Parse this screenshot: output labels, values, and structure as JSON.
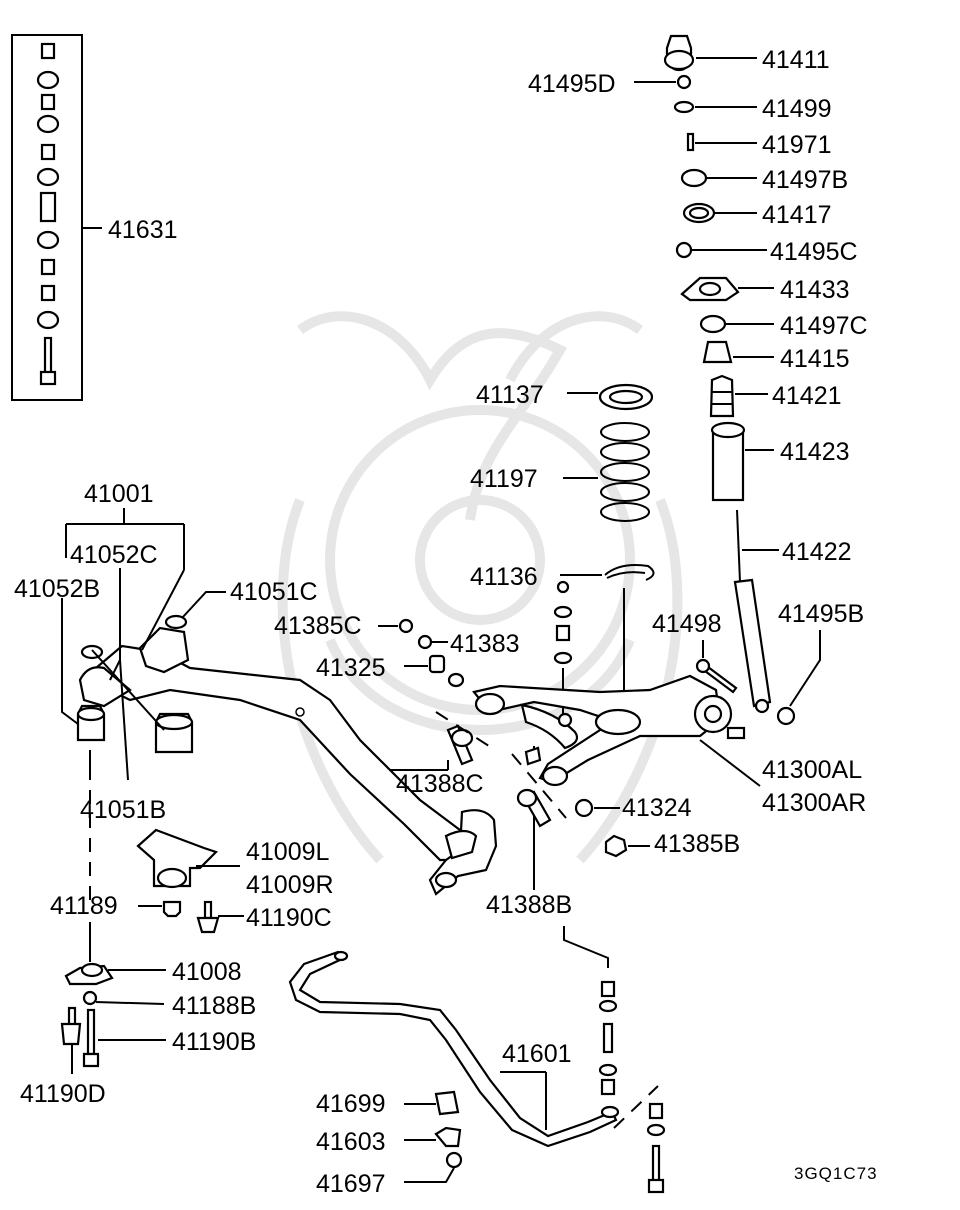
{
  "diagram": {
    "reference_code": "3GQ1C73",
    "parts": [
      {
        "key": "p41411",
        "label": "41411"
      },
      {
        "key": "p41495D",
        "label": "41495D"
      },
      {
        "key": "p41499",
        "label": "41499"
      },
      {
        "key": "p41971",
        "label": "41971"
      },
      {
        "key": "p41497B",
        "label": "41497B"
      },
      {
        "key": "p41417",
        "label": "41417"
      },
      {
        "key": "p41495C",
        "label": "41495C"
      },
      {
        "key": "p41433",
        "label": "41433"
      },
      {
        "key": "p41497C",
        "label": "41497C"
      },
      {
        "key": "p41415",
        "label": "41415"
      },
      {
        "key": "p41421",
        "label": "41421"
      },
      {
        "key": "p41423",
        "label": "41423"
      },
      {
        "key": "p41137",
        "label": "41137"
      },
      {
        "key": "p41197",
        "label": "41197"
      },
      {
        "key": "p41422",
        "label": "41422"
      },
      {
        "key": "p41631",
        "label": "41631"
      },
      {
        "key": "p41001",
        "label": "41001"
      },
      {
        "key": "p41052C",
        "label": "41052C"
      },
      {
        "key": "p41052B",
        "label": "41052B"
      },
      {
        "key": "p41051C",
        "label": "41051C"
      },
      {
        "key": "p41136",
        "label": "41136"
      },
      {
        "key": "p41385C",
        "label": "41385C"
      },
      {
        "key": "p41383",
        "label": "41383"
      },
      {
        "key": "p41498",
        "label": "41498"
      },
      {
        "key": "p41495B",
        "label": "41495B"
      },
      {
        "key": "p41325",
        "label": "41325"
      },
      {
        "key": "p41300AL",
        "label": "41300AL"
      },
      {
        "key": "p41300AR",
        "label": "41300AR"
      },
      {
        "key": "p41388C",
        "label": "41388C"
      },
      {
        "key": "p41324",
        "label": "41324"
      },
      {
        "key": "p41051B",
        "label": "41051B"
      },
      {
        "key": "p41385B",
        "label": "41385B"
      },
      {
        "key": "p41009L",
        "label": "41009L"
      },
      {
        "key": "p41009R",
        "label": "41009R"
      },
      {
        "key": "p41189",
        "label": "41189"
      },
      {
        "key": "p41190C",
        "label": "41190C"
      },
      {
        "key": "p41388B",
        "label": "41388B"
      },
      {
        "key": "p41008",
        "label": "41008"
      },
      {
        "key": "p41188B",
        "label": "41188B"
      },
      {
        "key": "p41190B",
        "label": "41190B"
      },
      {
        "key": "p41190D",
        "label": "41190D"
      },
      {
        "key": "p41601",
        "label": "41601"
      },
      {
        "key": "p41699",
        "label": "41699"
      },
      {
        "key": "p41603",
        "label": "41603"
      },
      {
        "key": "p41697",
        "label": "41697"
      }
    ]
  }
}
